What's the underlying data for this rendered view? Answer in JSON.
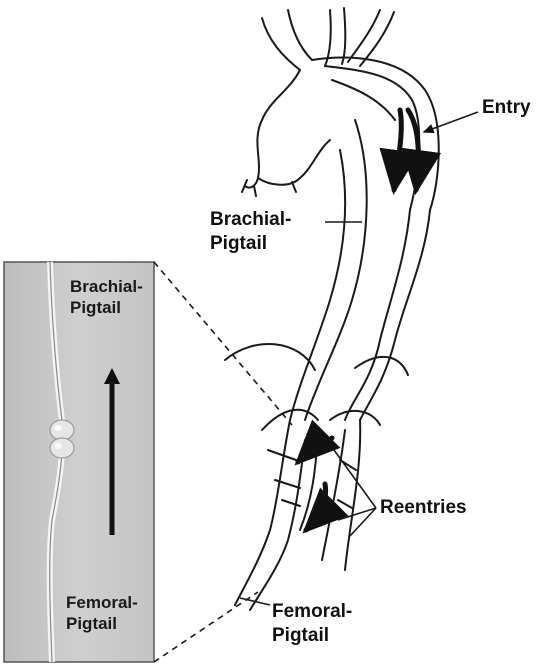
{
  "labels": {
    "entry": "Entry",
    "brachial_pigtail": "Brachial-\nPigtail",
    "reentries": "Reentries",
    "femoral_pigtail": "Femoral-\nPigtail"
  },
  "inset": {
    "top_label": "Brachial-\nPigtail",
    "bottom_label": "Femoral-\nPigtail",
    "background_color": "#c9c9c9",
    "arrow_icon": "up-arrow-icon"
  },
  "colors": {
    "line": "#1a1a1a",
    "flow_arrow": "#111111",
    "inset_border": "#555555"
  }
}
